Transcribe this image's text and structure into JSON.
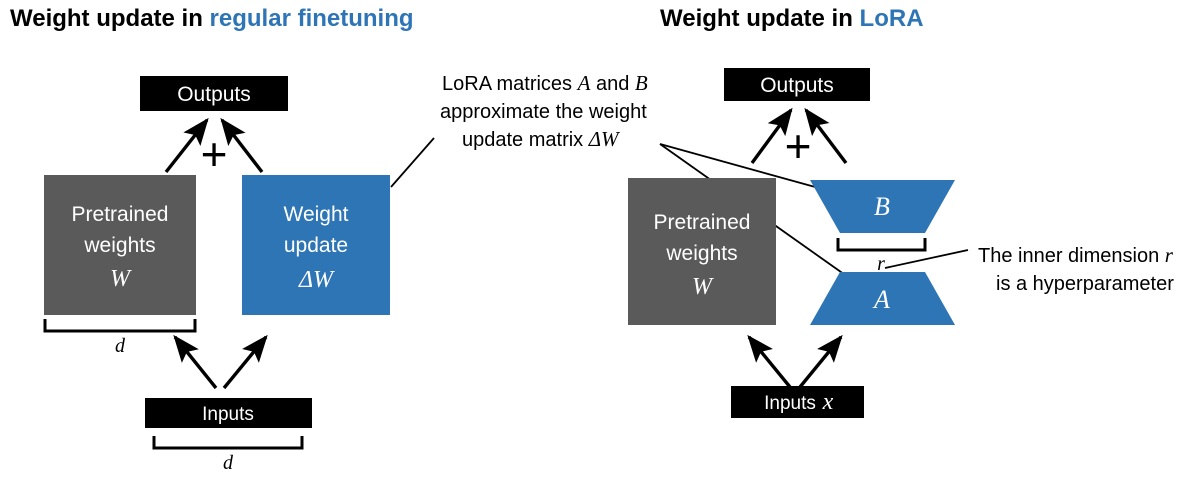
{
  "figure": {
    "background": "#ffffff",
    "accent_blue": "#2E75B6",
    "gray": "#5A5A5A",
    "black": "#000000"
  },
  "panels": {
    "left": {
      "title_prefix": "Weight update in ",
      "title_accent": "regular finetuning",
      "outputs_label": "Outputs",
      "inputs_label": "Inputs",
      "plus_symbol": "+",
      "pretrained_line1": "Pretrained",
      "pretrained_line2": "weights",
      "pretrained_math": "W",
      "update_line1": "Weight",
      "update_line2": "update",
      "update_math": "ΔW",
      "bracket_weights_label": "d",
      "bracket_inputs_label": "d"
    },
    "right": {
      "title_prefix": "Weight update in ",
      "title_accent": "LoRA",
      "outputs_label": "Outputs",
      "inputs_label": "Inputs",
      "inputs_math": "x",
      "plus_symbol": "+",
      "pretrained_line1": "Pretrained",
      "pretrained_line2": "weights",
      "pretrained_math": "W",
      "matrix_b_label": "B",
      "matrix_a_label": "A",
      "bracket_r_label": "r"
    }
  },
  "annotations": {
    "center": {
      "line1_pre": "LoRA matrices ",
      "line1_math_a": "A",
      "line1_mid": " and ",
      "line1_math_b": "B",
      "line2": "approximate the weight",
      "line3_pre": "update matrix ",
      "line3_math": "ΔW"
    },
    "right_side": {
      "line1_pre": "The inner dimension ",
      "line1_math": "r",
      "line2": "is a hyperparameter"
    }
  }
}
